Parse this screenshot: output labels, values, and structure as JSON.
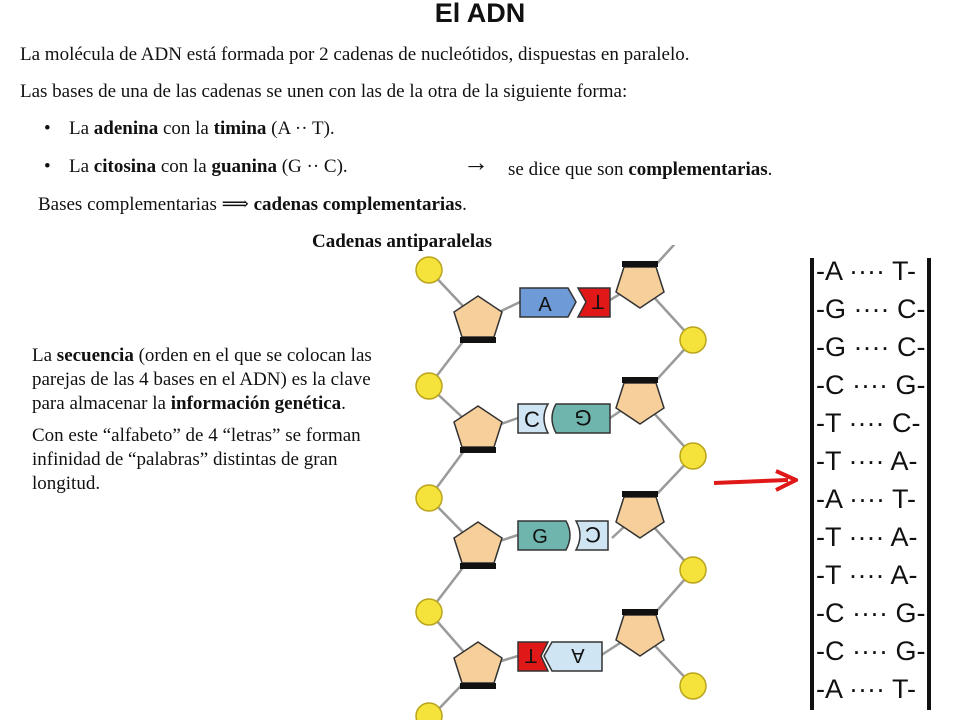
{
  "title": "El ADN",
  "intro": {
    "line1": "La molécula de ADN está formada por 2 cadenas de nucleótidos, dispuestas en paralelo.",
    "line2": "Las bases de una de las cadenas se unen con las de la otra de la siguiente forma:"
  },
  "bullets": [
    {
      "pre": "La ",
      "b1": "adenina",
      "mid": " con la ",
      "b2": "timina",
      "post": "  (A ·· T)."
    },
    {
      "pre": "La ",
      "b1": "citosina",
      "mid": " con la ",
      "b2": "guanina",
      "post": " (G ·· C)."
    }
  ],
  "bullet_glyph": "•",
  "complement": {
    "arrow": "→",
    "pre": "se dice que son ",
    "bold": "complementarias",
    "post": "."
  },
  "bases_line": {
    "pre": "Bases complementarias ",
    "arrow": "⟹",
    "bold": "cadenas complementarias",
    "post": "."
  },
  "subtitle": "Cadenas antiparalelas",
  "paragraph1": {
    "pre": "La ",
    "b1": "secuencia",
    "mid": " (orden en el que se colocan las parejas de las 4 bases en el ADN) es la clave para almacenar la ",
    "b2": "información genética",
    "post": "."
  },
  "paragraph2": "Con este “alfabeto” de 4 “letras” se forman infinidad de “palabras” distintas de gran longitud.",
  "ladder_pairs": [
    {
      "left": "A",
      "right": "T"
    },
    {
      "left": "C",
      "right": "G"
    },
    {
      "left": "G",
      "right": "C"
    },
    {
      "left": "T",
      "right": "A"
    }
  ],
  "sequence": [
    "-A ···· T-",
    "-G ···· C-",
    "-G ···· C-",
    "-C ···· G-",
    "-T ···· C-",
    "-T ···· A-",
    "-A ···· T-",
    "-T ···· A-",
    "-T ···· A-",
    "-C ···· G-",
    "-C ···· G-",
    "-A ···· T-"
  ],
  "colors": {
    "phosphate": "#f5e23a",
    "sugar": "#f6cf9a",
    "adenine": "#6f9ad8",
    "thymine": "#e01818",
    "cytosine": "#cfe5f3",
    "guanine": "#6fb5ad",
    "arrow": "#e01818"
  }
}
